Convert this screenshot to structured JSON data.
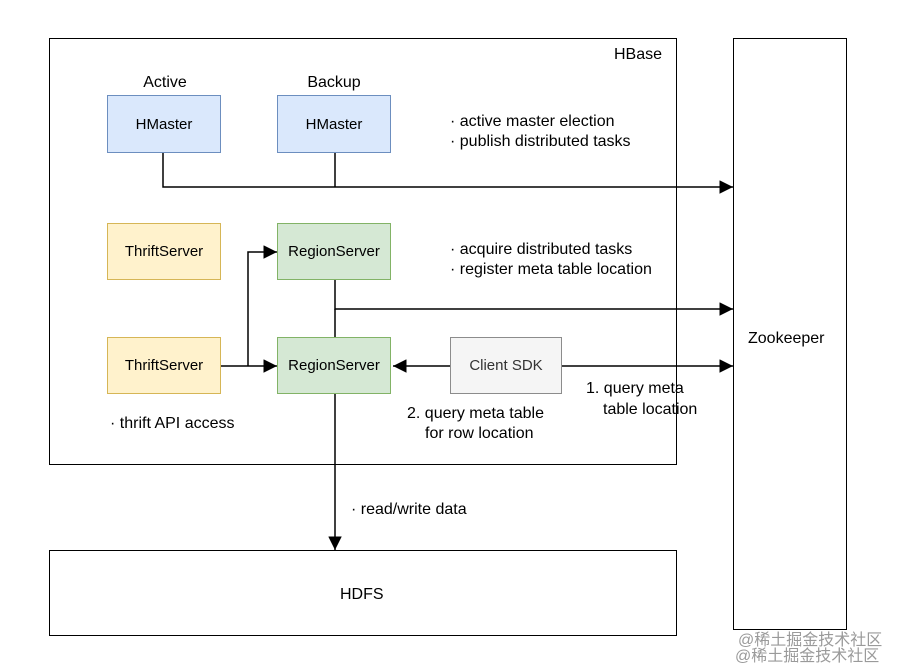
{
  "hbase": {
    "title": "HBase"
  },
  "zookeeper": {
    "label": "Zookeeper"
  },
  "hdfs": {
    "label": "HDFS"
  },
  "masters": {
    "active_label": "Active",
    "backup_label": "Backup",
    "active_box": "HMaster",
    "backup_box": "HMaster",
    "notes": [
      "· active master election",
      "· publish distributed tasks"
    ]
  },
  "thrift": {
    "top_box": "ThriftServer",
    "bottom_box": "ThriftServer",
    "note": "· thrift API access"
  },
  "region": {
    "top_box": "RegionServer",
    "bottom_box": "RegionServer",
    "notes": [
      "· acquire distributed tasks",
      "· register meta table location"
    ]
  },
  "client": {
    "box": "Client SDK",
    "query_zk": [
      "1. query meta",
      "table location"
    ],
    "query_rs": [
      "2. query meta table",
      "for row location"
    ]
  },
  "hdfs_link": {
    "label": "· read/write data"
  },
  "watermark": [
    "@稀土掘金技术社区",
    "@稀土掘金技术社区"
  ]
}
